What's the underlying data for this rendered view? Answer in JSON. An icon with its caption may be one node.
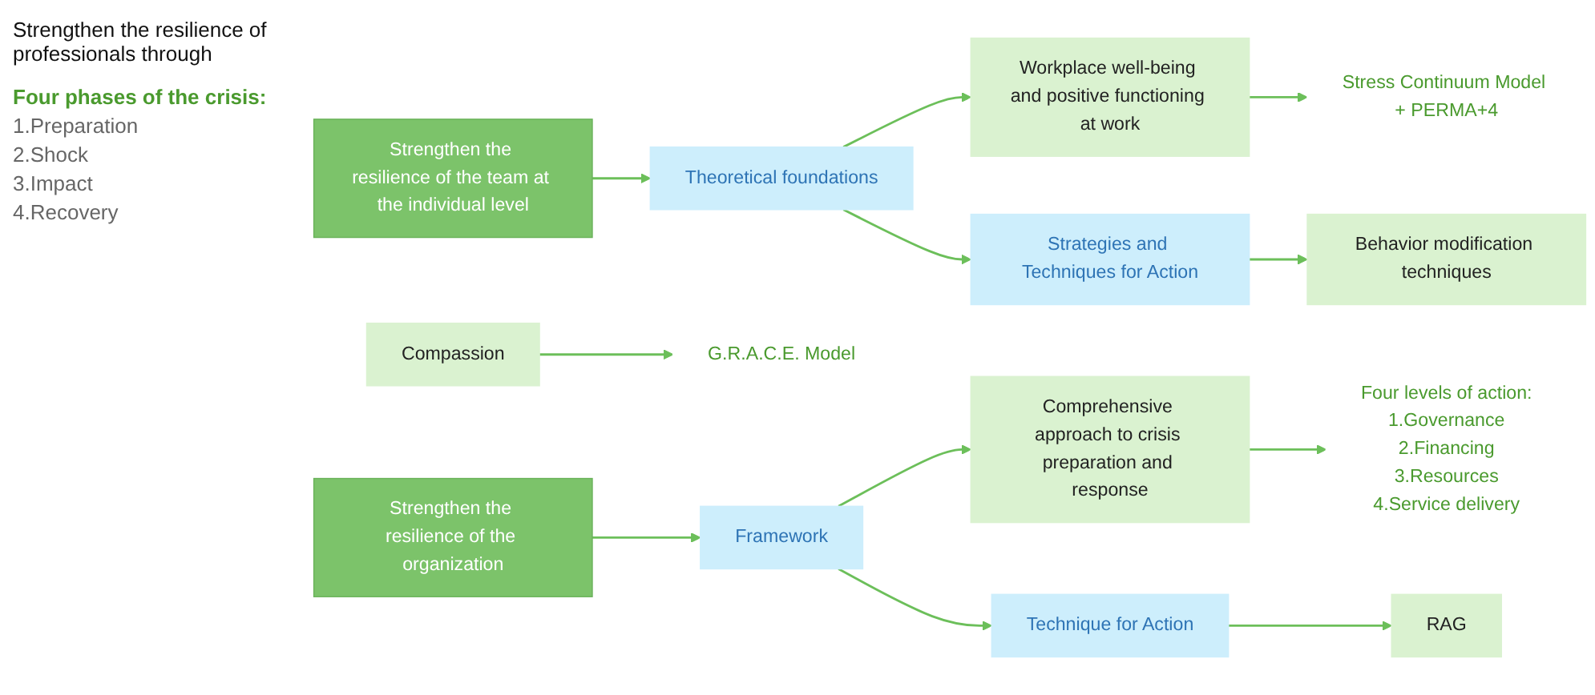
{
  "diagram": {
    "nodes": [
      {
        "text": [
          "Strengthen the resilience of the team at the individual level"
        ]
      },
      {
        "text": [
          "Theoretical foundations"
        ]
      },
      {
        "text": [
          "Workplace well-being and positive functioning at work"
        ]
      },
      {
        "text": [
          "Stress Continuum Model + PERMA+4"
        ]
      },
      {
        "text": [
          "Compassion"
        ]
      },
      {
        "text": [
          "G.R.A.C.E. Model"
        ]
      },
      {
        "text": [
          "Strategies and Techniques for Action"
        ]
      },
      {
        "text": [
          "Behavior modification techniques"
        ]
      },
      {
        "text": [
          "Strengthen the resilience of the organization"
        ]
      },
      {
        "text": [
          "Framework"
        ]
      },
      {
        "text": [
          "Comprehensive approach to crisis preparation and response"
        ]
      },
      {
        "text": [
          "Four levels of action:",
          "1.Governance",
          "2.Financing",
          "3.Resources",
          "4.Service delivery"
        ]
      },
      {
        "text": [
          "Technique for Action"
        ]
      },
      {
        "text": [
          "RAG"
        ]
      }
    ],
    "edges": [
      {
        "from": 0,
        "to": 1,
        "arrow": "to"
      },
      {
        "from": 1,
        "to": 2,
        "arrow": "to"
      },
      {
        "from": 2,
        "to": 3,
        "arrow": "to"
      },
      {
        "from": 4,
        "to": 5,
        "arrow": "to"
      },
      {
        "from": 1,
        "to": 6,
        "arrow": "to"
      },
      {
        "from": 6,
        "to": 7,
        "arrow": "to"
      },
      {
        "from": 8,
        "to": 9,
        "arrow": "to"
      },
      {
        "from": 9,
        "to": 10,
        "arrow": "to"
      },
      {
        "from": 10,
        "to": 11,
        "arrow": "to"
      },
      {
        "from": 9,
        "to": 12,
        "arrow": "to"
      },
      {
        "from": 12,
        "to": 13,
        "arrow": "to"
      }
    ],
    "labels": [
      "Strengthen the resilience of professionals through",
      "Four phases of the crisis:",
      "1.Preparation",
      "2.Shock",
      "3.Impact",
      "4.Recovery"
    ]
  }
}
